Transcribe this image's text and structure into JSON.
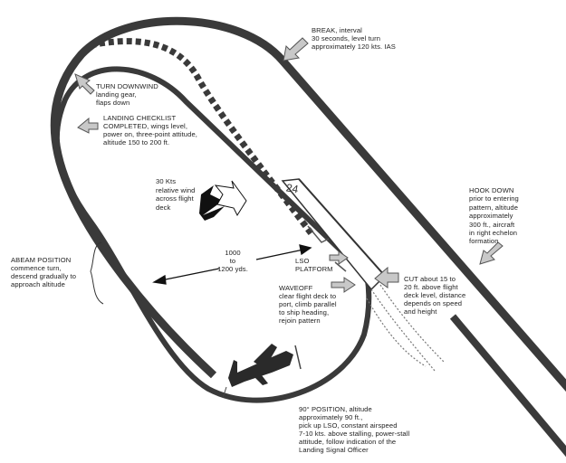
{
  "diagram": {
    "colors": {
      "track": "#3a3a3a",
      "arrow_fill": "#c8c8c8",
      "arrow_stroke": "#555555",
      "ship": "#ffffff"
    },
    "ship_number": "24",
    "labels": {
      "break": [
        "BREAK, interval",
        "30 seconds, level turn",
        "approximately 120 kts. IAS"
      ],
      "turn_downwind": [
        "TURN DOWNWIND",
        "landing gear,",
        "flaps down"
      ],
      "landing_checklist": [
        "LANDING CHECKLIST",
        "COMPLETED, wings level,",
        "power on, three-point attitude,",
        "altitude 150 to 200 ft."
      ],
      "wind": [
        "30 Kts",
        "relative wind",
        "across flight",
        "deck"
      ],
      "hook_down": [
        "HOOK DOWN",
        "prior to entering",
        "pattern, altitude",
        "approximately",
        "300 ft., aircraft",
        "in right echelon",
        "formation"
      ],
      "abeam": [
        "ABEAM POSITION",
        "commence turn,",
        "descend gradually to",
        "approach altitude"
      ],
      "distance": [
        "1000",
        "to",
        "1200 yds."
      ],
      "lso": [
        "LSO",
        "PLATFORM"
      ],
      "waveoff": [
        "WAVEOFF",
        "clear flight deck to",
        "port, climb parallel",
        "to ship heading,",
        "rejoin pattern"
      ],
      "cut": [
        "CUT about 15 to",
        "20 ft. above flight",
        "deck level, distance",
        "depends on speed",
        "and height"
      ],
      "ninety": [
        "90° POSITION, altitude",
        "approximately 90 ft.,",
        "pick up LSO, constant airspeed",
        "7-10 kts. above stalling, power-stall",
        "attitude, follow indication of the",
        "Landing Signal Officer"
      ]
    }
  }
}
